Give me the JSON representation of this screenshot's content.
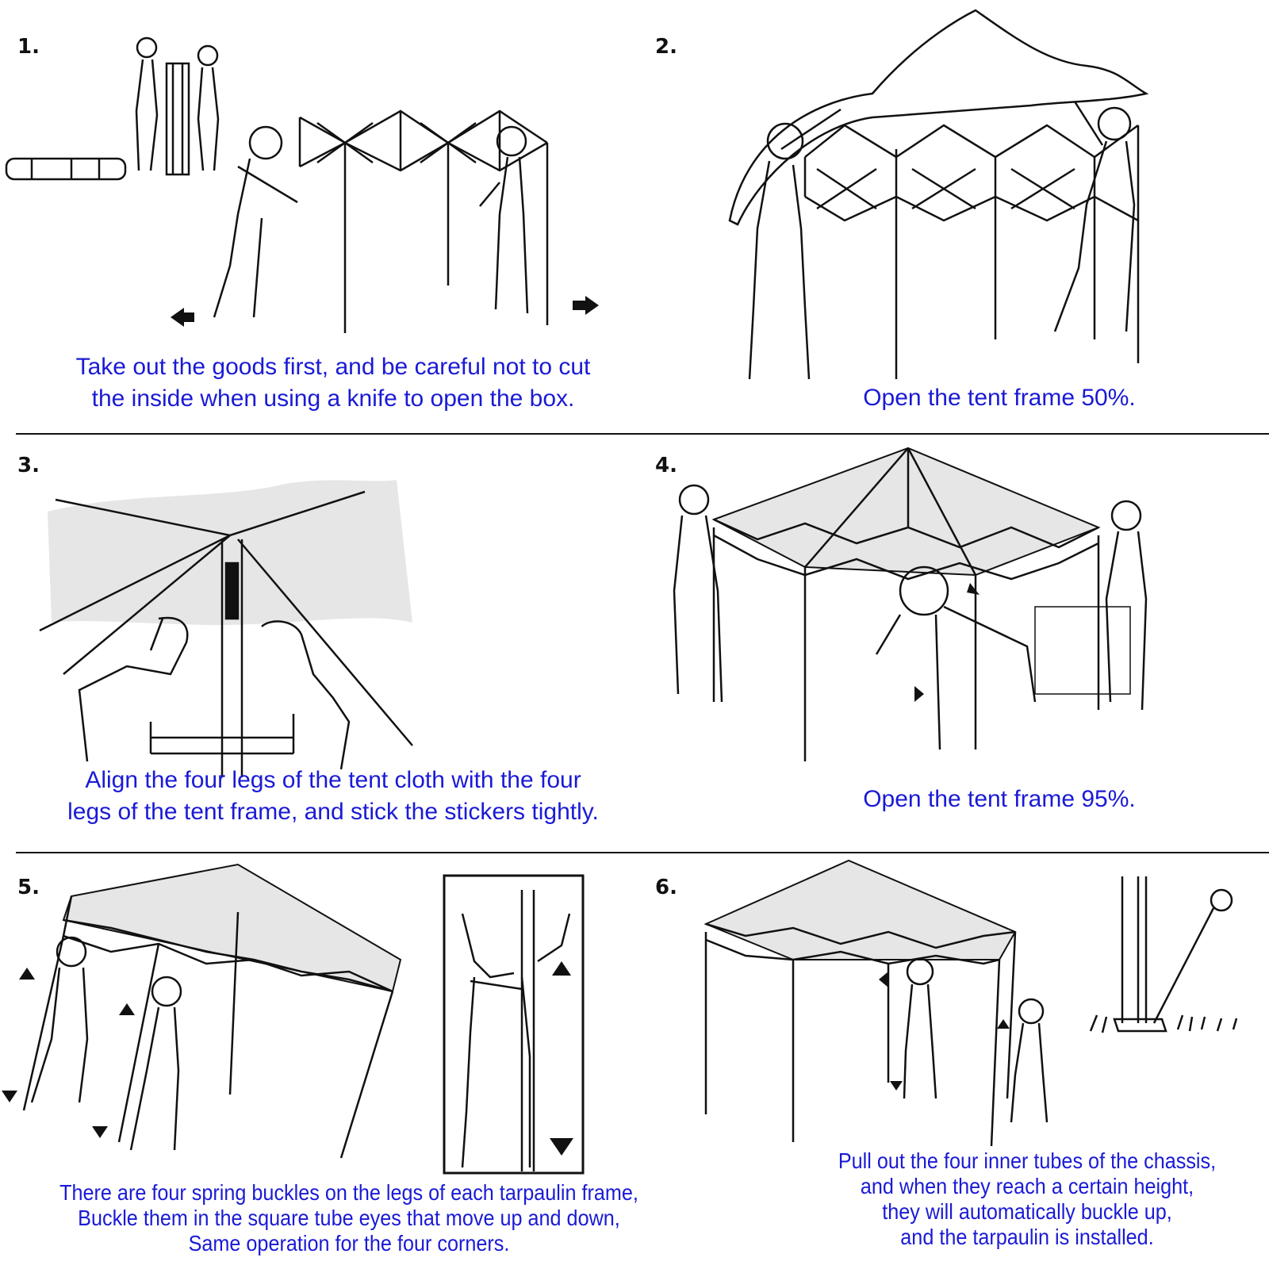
{
  "steps": [
    {
      "number": "1.",
      "caption_lines": [
        "Take out the goods first, and be careful not to cut",
        "the inside when using a knife to open the box."
      ],
      "illustration": "unboxing-and-spreading-frame"
    },
    {
      "number": "2.",
      "caption_lines": [
        "Open the tent frame 50%."
      ],
      "illustration": "frame-half-open-with-cover"
    },
    {
      "number": "3.",
      "caption_lines": [
        "Align the four legs of the tent cloth with the four",
        "legs of the tent frame, and stick the stickers tightly."
      ],
      "illustration": "attaching-cover-to-leg"
    },
    {
      "number": "4.",
      "caption_lines": [
        "Open the tent frame 95%."
      ],
      "illustration": "frame-almost-open"
    },
    {
      "number": "5.",
      "caption_lines": [
        "There are four spring buckles on the legs of each tarpaulin frame,",
        "Buckle them in the square tube eyes that move up and down,",
        "Same operation for the four corners."
      ],
      "illustration": "buckling-spring-buckles"
    },
    {
      "number": "6.",
      "caption_lines": [
        "Pull out the four inner tubes of the chassis,",
        "and when they reach a certain height,",
        "they will automatically buckle up,",
        "and the tarpaulin is installed."
      ],
      "illustration": "extending-legs-and-staking"
    }
  ],
  "colors": {
    "caption": "#1a1ad6",
    "line_art": "#111111",
    "canopy_fill": "#e6e6e6",
    "background": "#ffffff"
  }
}
